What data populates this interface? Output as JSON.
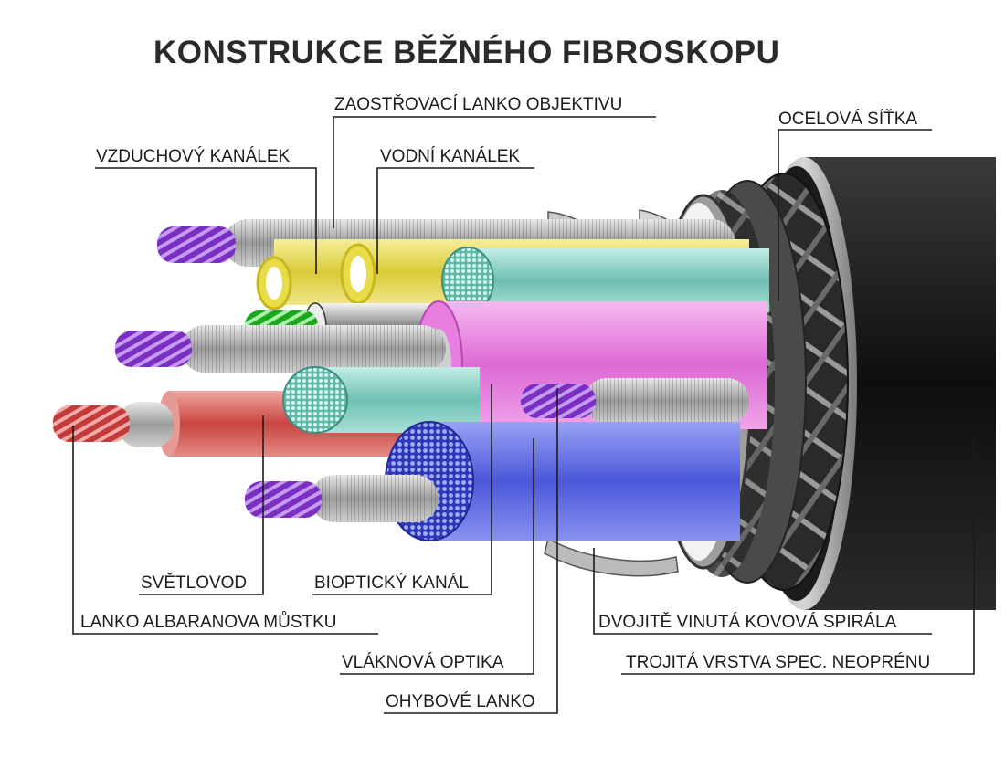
{
  "title": "KONSTRUKCE BĚŽNÉHO FIBROSKOPU",
  "labels": {
    "focus_cable": "ZAOSTŘOVACÍ LANKO OBJEKTIVU",
    "steel_mesh": "OCELOVÁ SÍŤKA",
    "air_channel": "VZDUCHOVÝ KANÁLEK",
    "water_channel": "VODNÍ KANÁLEK",
    "light_guide": "SVĚTLOVOD",
    "bioptic_channel": "BIOPTICKÝ KANÁL",
    "albaran_cable": "LANKO ALBARANOVA  MŮSTKU",
    "double_spiral": "DVOJITĚ VINUTÁ KOVOVÁ SPIRÁLA",
    "fiber_optics": "VLÁKNOVÁ  OPTIKA",
    "neoprene_layer": "TROJITÁ VRSTVA SPEC. NEOPRÉNU",
    "bending_cable": "OHYBOVÉ LANKO"
  },
  "colors": {
    "purple_wire": "#8a3fc9",
    "yellow_tube": "#e8dc4a",
    "teal_bundle": "#7fd1c4",
    "pink_tube": "#e77ee0",
    "blue_bundle": "#5a68e0",
    "red_tube": "#d45a55",
    "green_wire": "#3fcf3f",
    "jacket": "#151515"
  }
}
